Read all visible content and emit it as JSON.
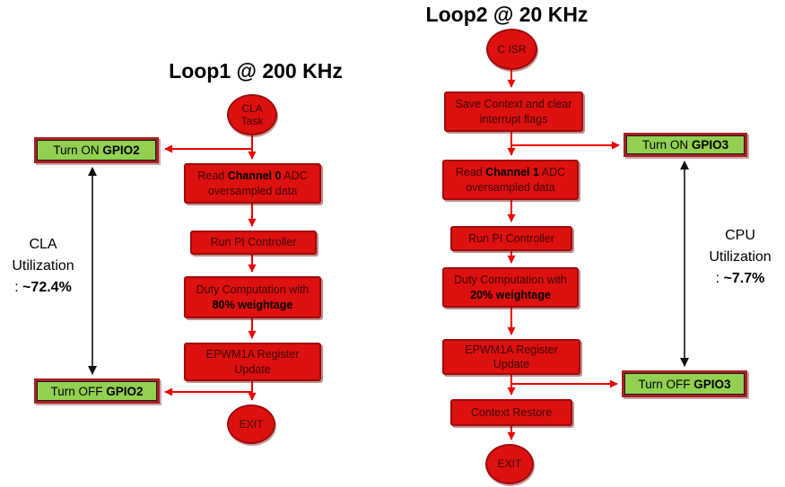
{
  "colors": {
    "box_fill": "#dd1110",
    "box_border": "#9e0b0b",
    "green_fill": "#92d050",
    "green_border": "#a62021",
    "arrow_red": "#ee0000",
    "arrow_black": "#111111",
    "text_dark": "#3d0603"
  },
  "loop1": {
    "title": "Loop1 @ 200 KHz",
    "start": "CLA Task",
    "gpio_on": {
      "pre": "Turn ON ",
      "bold": "GPIO2"
    },
    "gpio_off": {
      "pre": "Turn OFF ",
      "bold": "GPIO2"
    },
    "utilization": {
      "line1": "CLA",
      "line2": "Utilization",
      "prefix": ": ",
      "value": "~72.4%"
    },
    "steps": {
      "read": {
        "pre": "Read ",
        "bold": "Channel 0",
        "post": " ADC oversampled data"
      },
      "pi": "Run PI Controller",
      "duty": {
        "pre": "Duty Computation with ",
        "bold": "80% weightage"
      },
      "epwm": "EPWM1A Register Update",
      "exit": "EXIT"
    }
  },
  "loop2": {
    "title": "Loop2 @ 20 KHz",
    "start": "C ISR",
    "gpio_on": {
      "pre": "Turn ON ",
      "bold": "GPIO3"
    },
    "gpio_off": {
      "pre": "Turn OFF ",
      "bold": "GPIO3"
    },
    "utilization": {
      "line1": "CPU",
      "line2": "Utilization",
      "prefix": ": ",
      "value": "~7.7%"
    },
    "steps": {
      "save": "Save Context and clear interrupt flags",
      "read": {
        "pre": "Read ",
        "bold": "Channel 1",
        "post": " ADC oversampled data"
      },
      "pi": "Run PI Controller",
      "duty": {
        "pre": "Duty Computation with ",
        "bold": "20% weightage"
      },
      "epwm": "EPWM1A Register Update",
      "restore": "Context Restore",
      "exit": "EXIT"
    }
  }
}
